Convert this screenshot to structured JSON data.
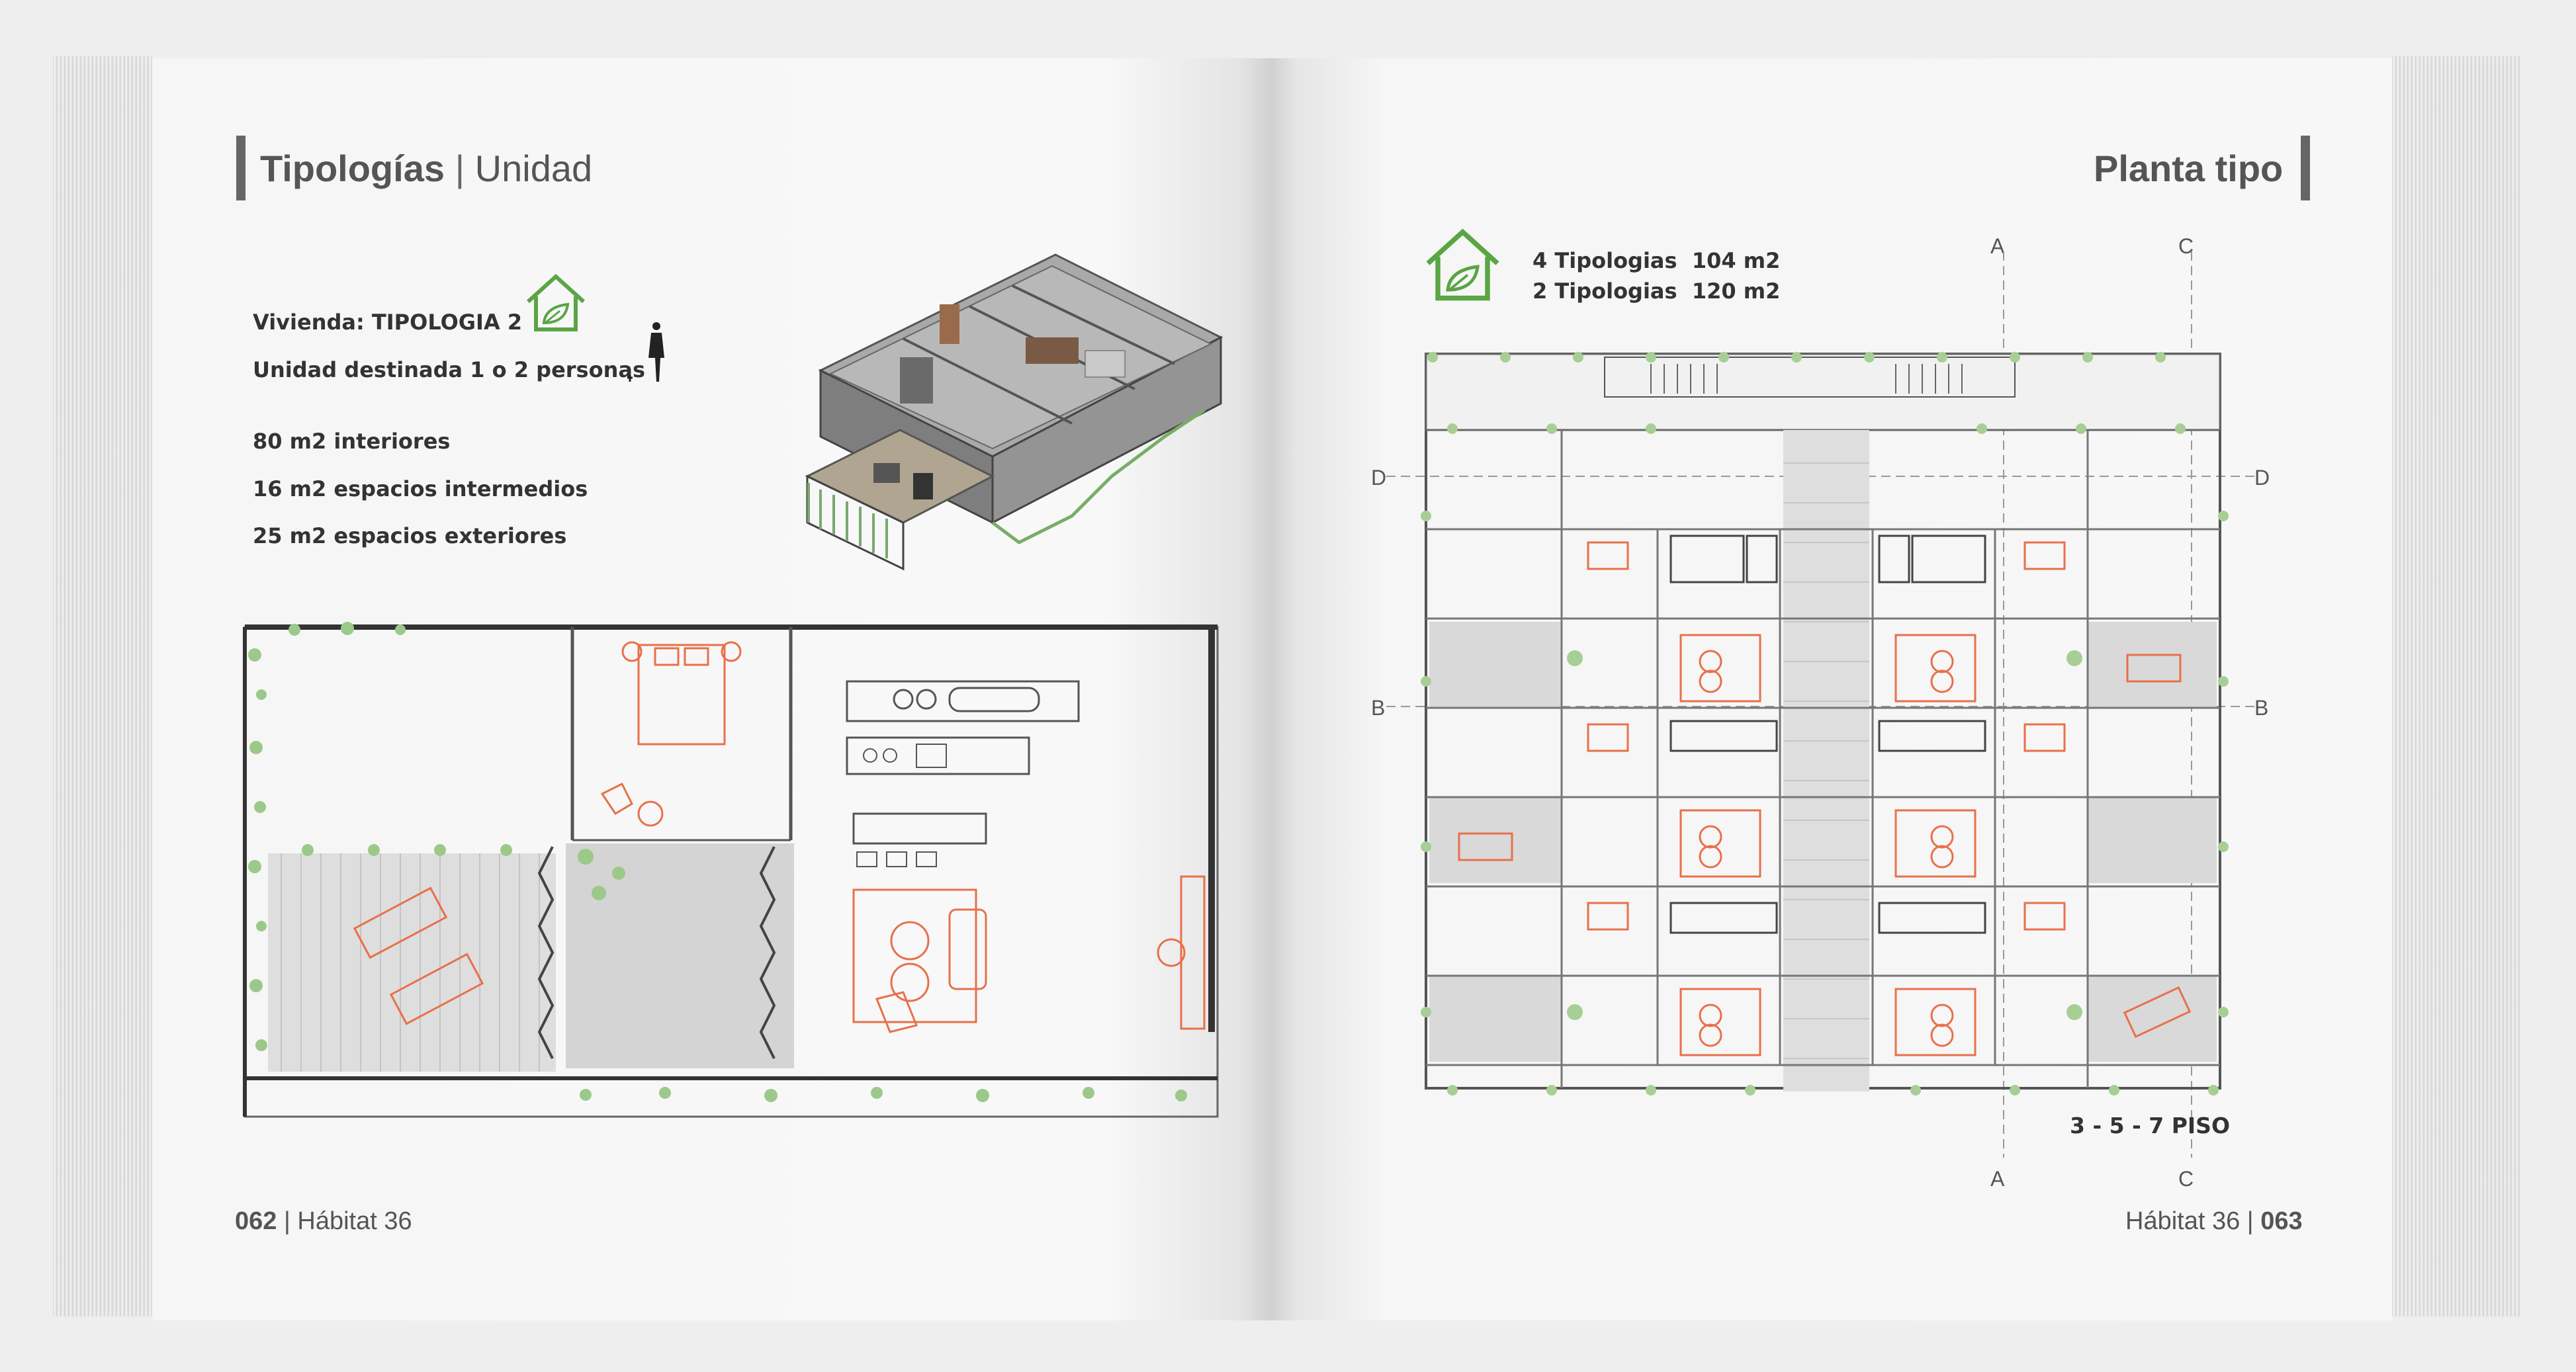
{
  "left_page": {
    "title_bold": "Tipologías",
    "title_sep": "|",
    "title_light": "Unidad",
    "info": {
      "vivienda": "Vivienda: TIPOLOGIA 2",
      "unidad": "Unidad destinada 1 o 2 personas",
      "interiores": "80 m2 interiores",
      "intermedios": "16 m2 espacios intermedios",
      "exteriores": "25 m2 espacios exteriores"
    },
    "footer_number": "062",
    "footer_sep": "|",
    "footer_text": "Hábitat 36"
  },
  "right_page": {
    "title": "Planta tipo",
    "summary": {
      "line1": "4 Tipologias  104 m2",
      "line2": "2 Tipologias  120 m2"
    },
    "axes": {
      "a_top": "A",
      "c_top": "C",
      "a_bottom": "A",
      "c_bottom": "C",
      "d_left": "D",
      "d_right": "D",
      "b_left": "B",
      "b_right": "B"
    },
    "floors": "3 - 5 - 7 PISO",
    "footer_text": "Hábitat 36",
    "footer_sep": "|",
    "footer_number": "063"
  },
  "icons": {
    "eco_house": "eco-house-icon",
    "person": "person-silhouette-icon"
  },
  "colors": {
    "accent_green": "#5aa544",
    "furniture_orange": "#e8704a",
    "title_gray": "#555555",
    "title_bar": "#666666"
  }
}
